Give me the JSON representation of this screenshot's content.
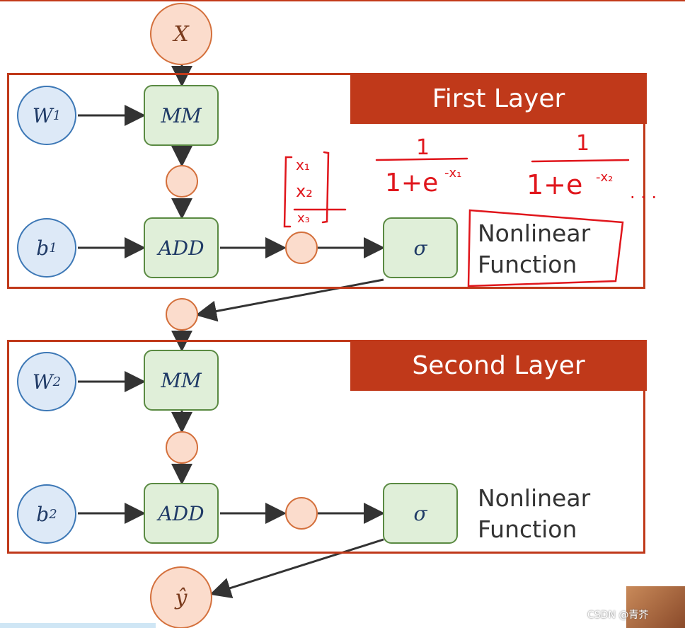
{
  "input": {
    "label": "X"
  },
  "output": {
    "label": "ŷ"
  },
  "layer1": {
    "title": "First Layer",
    "weight": {
      "base": "W",
      "sub": "1"
    },
    "bias": {
      "base": "b",
      "sub": "1"
    },
    "mm": "MM",
    "add": "ADD",
    "sigma": "σ",
    "nonlinear_line1": "Nonlinear",
    "nonlinear_line2": "Function"
  },
  "layer2": {
    "title": "Second Layer",
    "weight": {
      "base": "W",
      "sub": "2"
    },
    "bias": {
      "base": "b",
      "sub": "2"
    },
    "mm": "MM",
    "add": "ADD",
    "sigma": "σ",
    "nonlinear_line1": "Nonlinear",
    "nonlinear_line2": "Function"
  },
  "annotations": {
    "vector": [
      "x₁",
      "x₂",
      "x₃"
    ],
    "sigmoid1": {
      "num": "1",
      "den": "1+e",
      "exp": "-x₁"
    },
    "sigmoid2": {
      "num": "1",
      "den": "1+e",
      "exp": "-x₂"
    },
    "ellipsis": ". . ."
  },
  "watermark": "CSDN @青芥"
}
